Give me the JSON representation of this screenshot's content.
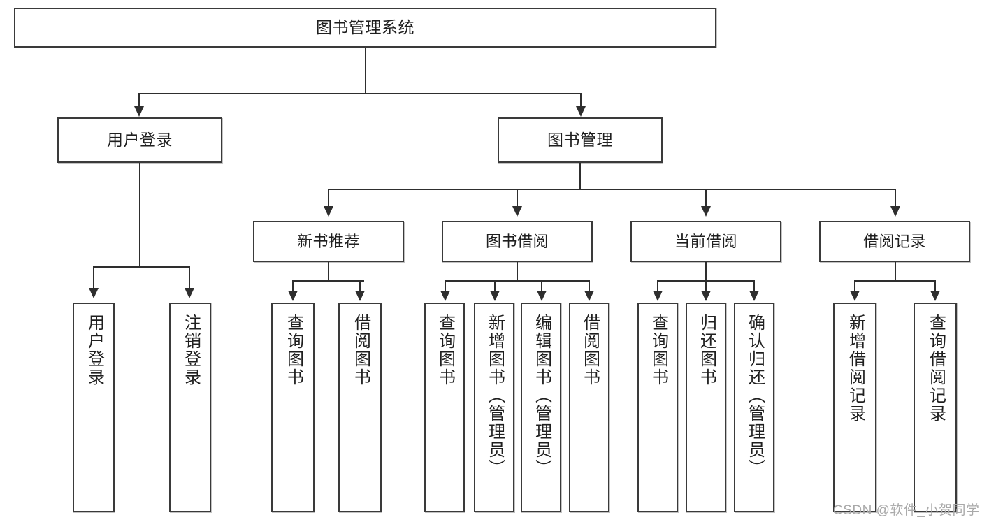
{
  "diagram": {
    "title": "图书管理系统",
    "root": {
      "label": "图书管理系统"
    },
    "level2": [
      {
        "label": "用户登录"
      },
      {
        "label": "图书管理"
      }
    ],
    "level3": [
      {
        "label": "新书推荐"
      },
      {
        "label": "图书借阅"
      },
      {
        "label": "当前借阅"
      },
      {
        "label": "借阅记录"
      }
    ],
    "leaves": {
      "user_login": [
        {
          "label": "用户登录"
        },
        {
          "label": "注销登录"
        }
      ],
      "new_book_recommend": [
        {
          "label": "查询图书"
        },
        {
          "label": "借阅图书"
        }
      ],
      "book_borrow": [
        {
          "label": "查询图书"
        },
        {
          "label": "新增图书（管理员）"
        },
        {
          "label": "编辑图书（管理员）"
        },
        {
          "label": "借阅图书"
        }
      ],
      "current_borrow": [
        {
          "label": "查询图书"
        },
        {
          "label": "归还图书"
        },
        {
          "label": "确认归还（管理员）"
        }
      ],
      "borrow_record": [
        {
          "label": "新增借阅记录"
        },
        {
          "label": "查询借阅记录"
        }
      ]
    }
  },
  "watermark": {
    "text": "CSDN @软件_小贺同学"
  },
  "colors": {
    "box_border": "#3a3a3a",
    "connector": "#2e2e2e",
    "background": "#ffffff",
    "watermark": "#a9a9a9"
  }
}
